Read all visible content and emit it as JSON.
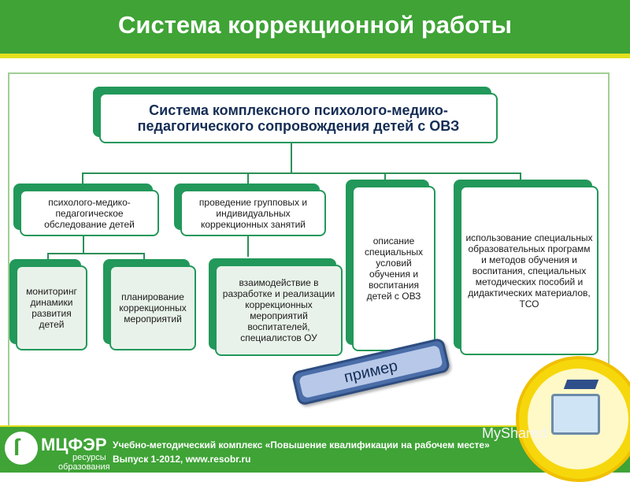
{
  "title": "Система коррекционной работы",
  "nodes": {
    "root": "Система комплексного психолого-медико-педагогического сопровождения детей с ОВЗ",
    "exam": "психолого-медико-педагогическое обследование детей",
    "group": "проведение групповых и индивидуальных коррекционных занятий",
    "conditions": "описание специальных условий обучения и воспитания детей с ОВЗ",
    "programs": "использование специальных образовательных программ и методов обучения и воспитания, специальных методических пособий и дидактических материалов, ТСО",
    "monitoring": "мониторинг динамики развития детей",
    "planning": "планирование коррекционных мероприятий",
    "interaction": "взаимодействие в разработке и реализации коррекционных мероприятий воспитателей, специалистов ОУ"
  },
  "example_label": "пример",
  "footer": {
    "logo": "МЦФЭР",
    "logo_sub1": "ресурсы",
    "logo_sub2": "образования",
    "line1": "Учебно-методический комплекс «Повышение квалификации на рабочем месте»",
    "line2": "Выпуск 1-2012, www.resobr.ru"
  },
  "watermark": "MyShared",
  "colors": {
    "header": "#3fa336",
    "node_border": "#22985a",
    "stripe": "#e3df1e"
  }
}
